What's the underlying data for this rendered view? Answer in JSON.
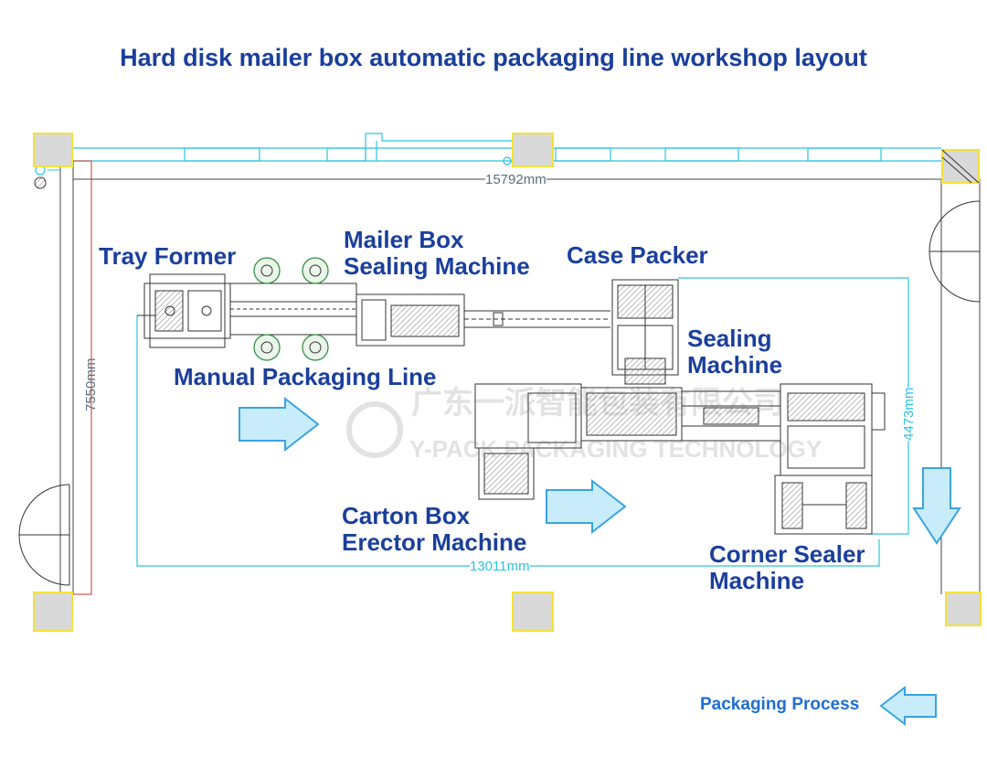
{
  "title": "Hard disk mailer box automatic packaging line workshop layout",
  "labels": {
    "tray_former": "Tray Former",
    "mailer_box_line1": "Mailer Box",
    "mailer_box_line2": "Sealing Machine",
    "case_packer": "Case Packer",
    "sealing_line1": "Sealing",
    "sealing_line2": "Machine",
    "manual_line": "Manual Packaging Line",
    "carton_line1": "Carton Box",
    "carton_line2": "Erector Machine",
    "corner_line1": "Corner Sealer",
    "corner_line2": "Machine"
  },
  "dimensions": {
    "width_total": "15792mm",
    "height_total": "7550mm",
    "line_length": "13011mm",
    "line_height": "4473mm"
  },
  "watermark": {
    "cn": "广东一派智能包装有限公司",
    "en": "Y-PACK PACKAGING TECHNOLOGY"
  },
  "legend": {
    "label": "Packaging Process"
  },
  "colors": {
    "label_blue": "#1a3f9c",
    "legend_blue": "#1f6fd0",
    "cyan_line": "#29c4e0",
    "pillar_fill": "#d9d9d9",
    "pillar_border": "#f2e23a",
    "arrow_fill": "#c9ecfa",
    "arrow_stroke": "#3aa3e0"
  }
}
